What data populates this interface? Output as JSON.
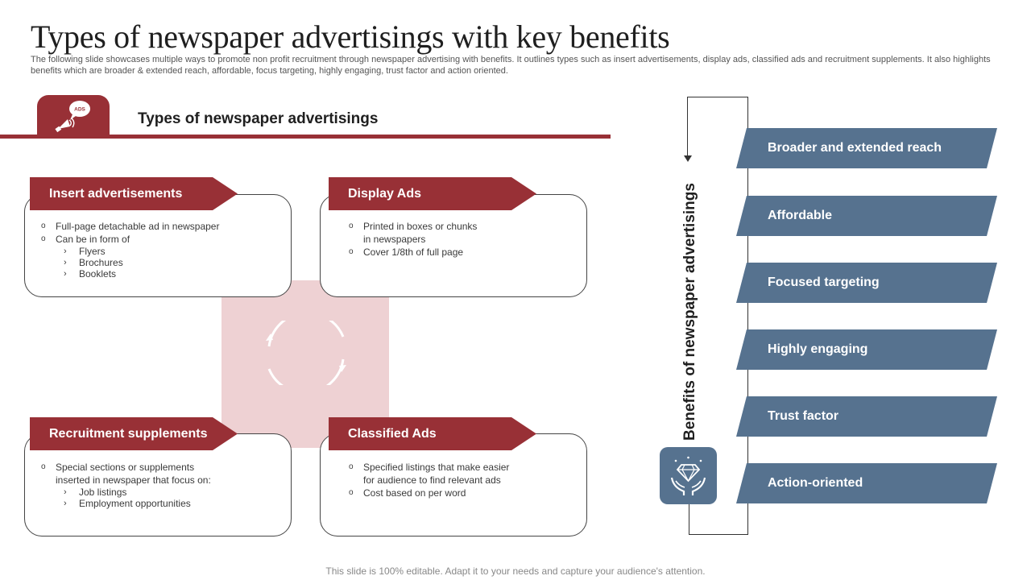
{
  "title": "Types of newspaper advertisings with key benefits",
  "subtitle": "The following slide showcases multiple ways to promote non profit recruitment through newspaper advertising with benefits. It outlines types such as insert advertisements, display ads, classified ads and recruitment supplements. It also highlights benefits which are broader & extended reach, affordable, focus targeting, highly engaging, trust factor and action oriented.",
  "section": {
    "title": "Types of newspaper advertisings",
    "icon": "megaphone-ads-icon",
    "icon_text": "ADS"
  },
  "cards": [
    {
      "header": "Insert advertisements",
      "items": [
        {
          "text": "Full-page detachable ad in newspaper",
          "sub": []
        },
        {
          "text": "Can be in form of",
          "sub": [
            "Flyers",
            "Brochures",
            "Booklets"
          ]
        }
      ]
    },
    {
      "header": "Display Ads",
      "items": [
        {
          "text": "Printed in boxes or chunks",
          "sub": []
        },
        {
          "text": "in newspapers",
          "sub": []
        },
        {
          "text": "Cover  1/8th of full page",
          "sub": []
        }
      ]
    },
    {
      "header": "Recruitment supplements",
      "items": [
        {
          "text": "Special sections or supplements",
          "sub": []
        },
        {
          "text": "inserted in newspaper that focus on:",
          "sub": [
            "Job listings",
            "Employment opportunities"
          ]
        }
      ]
    },
    {
      "header": "Classified Ads",
      "items": [
        {
          "text": "Specified listings that make easier",
          "sub": []
        },
        {
          "text": "for audience to find relevant  ads",
          "sub": []
        },
        {
          "text": "Cost based on per word",
          "sub": []
        }
      ]
    }
  ],
  "center_icon": "cycle-arrows-icon",
  "benefits": {
    "label": "Benefits of newspaper advertisings",
    "icon": "diamond-hands-icon",
    "items": [
      "Broader and extended reach",
      "Affordable",
      "Focused targeting",
      "Highly engaging",
      "Trust factor",
      "Action-oriented"
    ]
  },
  "footer": "This slide is 100% editable. Adapt it to your needs and capture your audience's attention.",
  "colors": {
    "accent_red": "#983036",
    "light_pink": "#eed1d3",
    "slate_blue": "#56728f"
  }
}
